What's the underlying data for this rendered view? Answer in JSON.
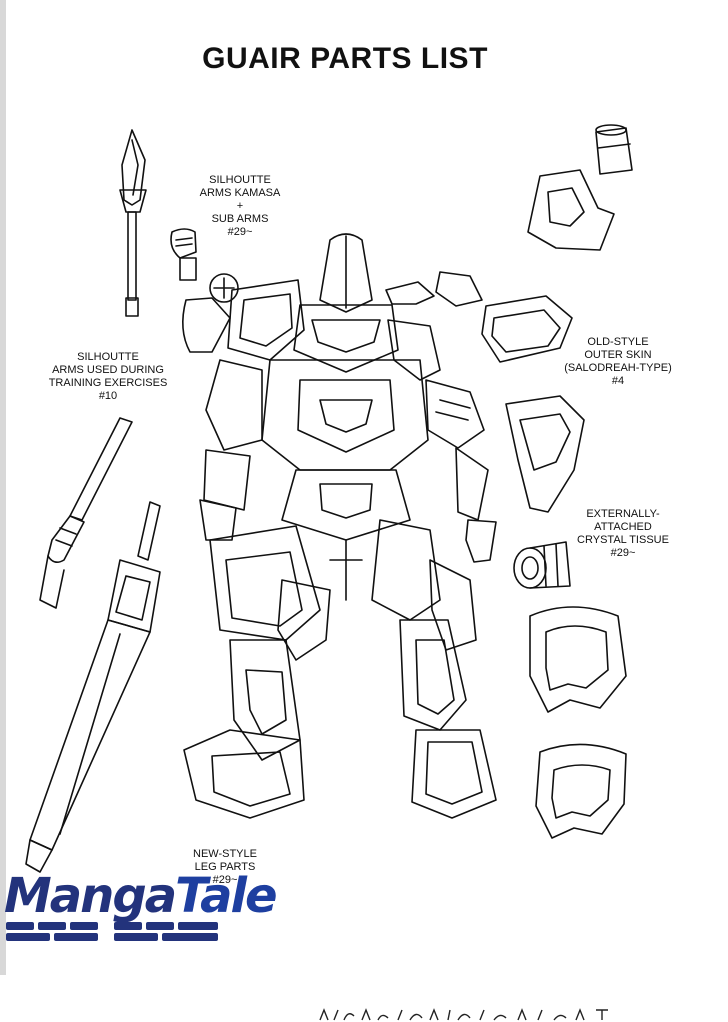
{
  "title": "GUAIR PARTS LIST",
  "labels": {
    "kamasa": [
      "SILHOUTTE",
      "ARMS KAMASA",
      "+",
      "SUB ARMS",
      "#29~"
    ],
    "training": [
      "SILHOUTTE",
      "ARMS USED DURING",
      "TRAINING EXERCISES",
      "#10"
    ],
    "outer_skin": [
      "OLD-STYLE",
      "OUTER SKIN",
      "(SALODREAH-TYPE)",
      "#4"
    ],
    "crystal": [
      "EXTERNALLY-",
      "ATTACHED",
      "CRYSTAL TISSUE",
      "#29~"
    ],
    "legs": [
      "NEW-STYLE",
      "LEG PARTS",
      "#29~"
    ]
  },
  "watermark": {
    "part1": "Manga",
    "part2": "Tale",
    "color": "#23337c"
  }
}
